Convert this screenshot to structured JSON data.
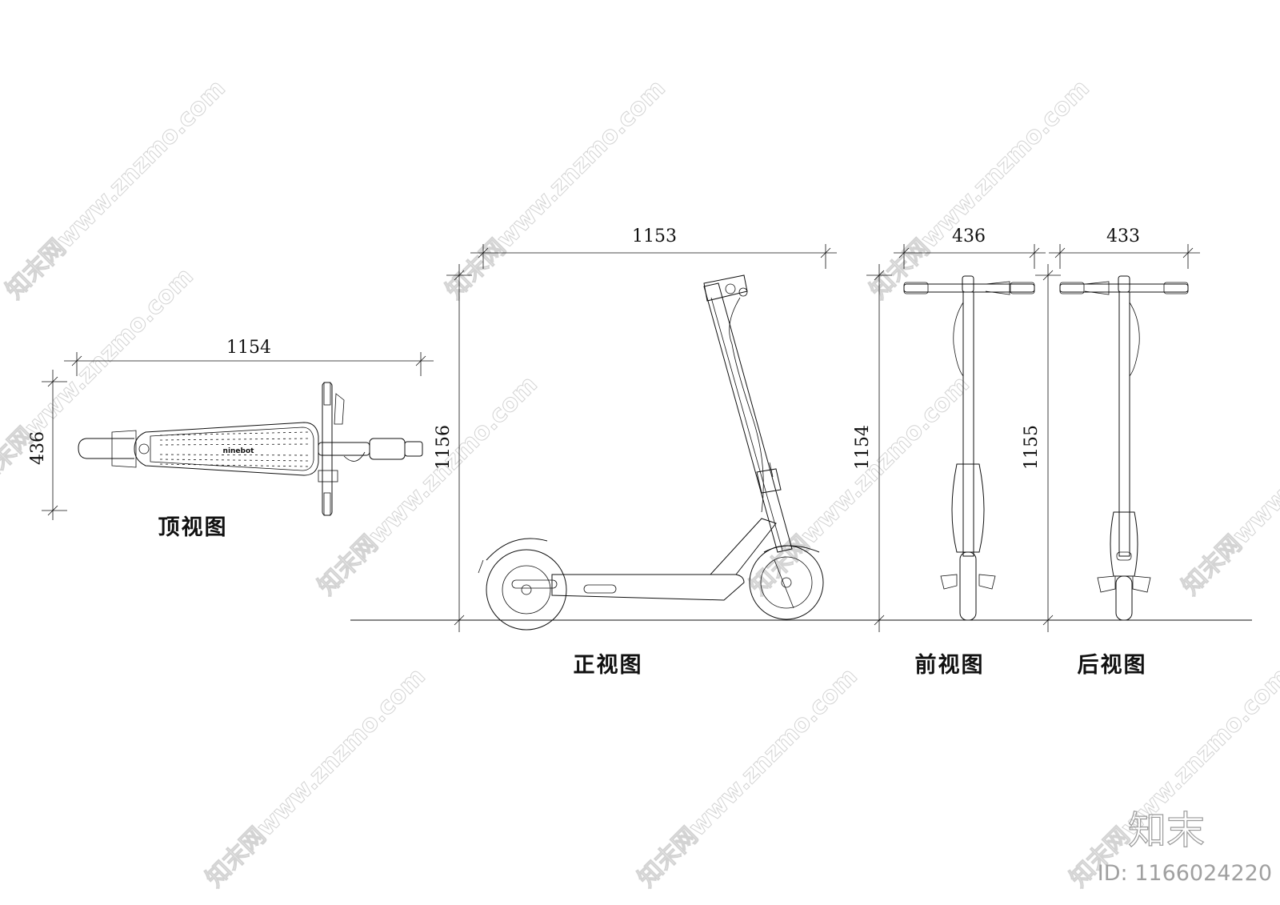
{
  "views": {
    "top": {
      "caption": "顶视图",
      "dim_length": "1154",
      "dim_width": "436",
      "logo_text": "ninebot"
    },
    "side": {
      "caption": "正视图",
      "dim_length": "1153",
      "dim_height": "1156"
    },
    "front": {
      "caption": "前视图",
      "dim_width": "436",
      "dim_height": "1154"
    },
    "rear": {
      "caption": "后视图",
      "dim_width": "433",
      "dim_height": "1155"
    }
  },
  "watermark": {
    "text": "知末网www.znzmo.com",
    "brand": "知末",
    "id_label": "ID: 1166024220"
  },
  "colors": {
    "line": "#111111",
    "watermark": "#c9c9c9",
    "brand": "#9a9a9a",
    "background": "#ffffff"
  }
}
